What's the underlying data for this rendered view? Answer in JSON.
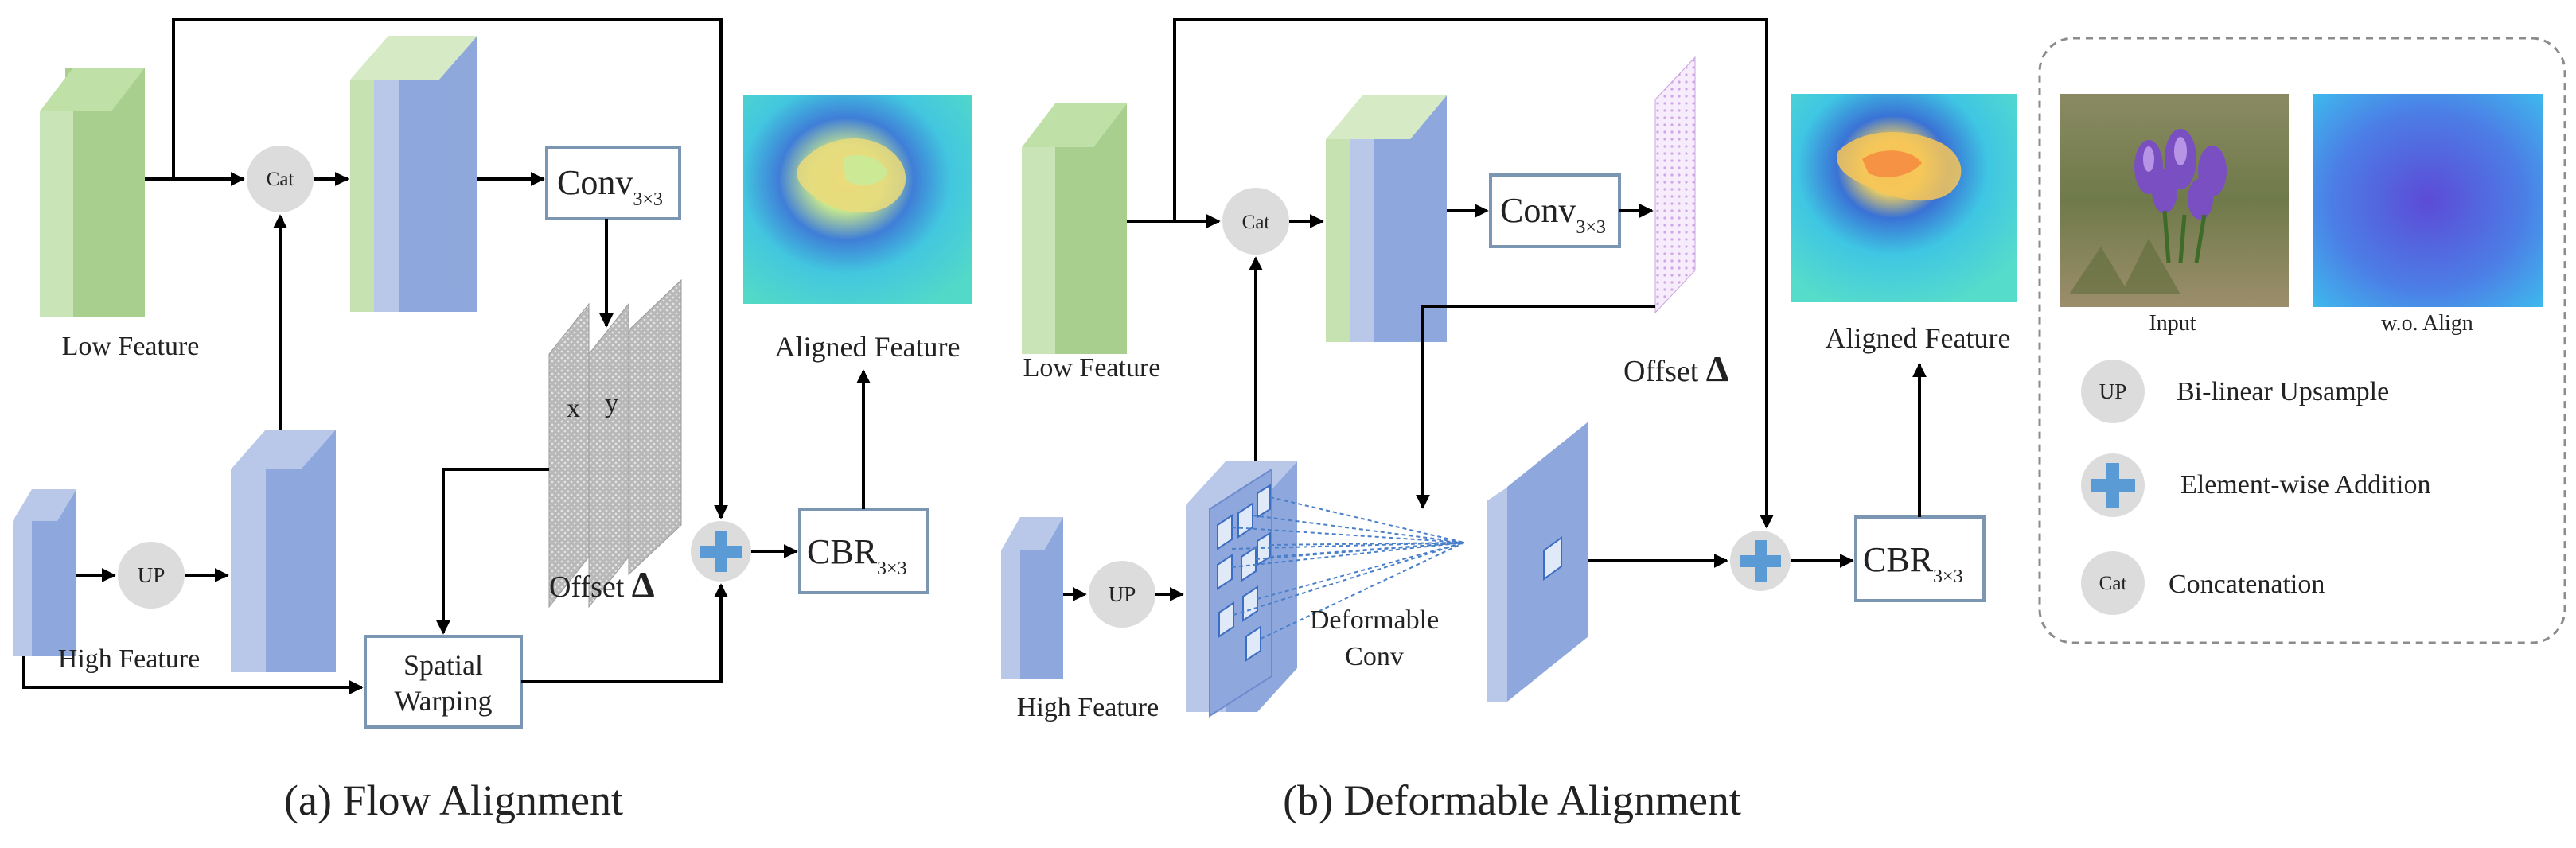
{
  "panel_a": {
    "caption": "(a) Flow Alignment",
    "low_feature": "Low Feature",
    "high_feature": "High Feature",
    "cat": "Cat",
    "up": "UP",
    "conv": "Conv",
    "conv_sub": "3×3",
    "flow_x": "x",
    "flow_y": "y",
    "offset": "Offset",
    "delta": "Δ",
    "spatial_warping_1": "Spatial",
    "spatial_warping_2": "Warping",
    "cbr": "CBR",
    "cbr_sub": "3×3",
    "aligned_feature": "Aligned Feature"
  },
  "panel_b": {
    "caption": "(b) Deformable Alignment",
    "low_feature": "Low Feature",
    "high_feature": "High Feature",
    "cat": "Cat",
    "up": "UP",
    "conv": "Conv",
    "conv_sub": "3×3",
    "offset": "Offset",
    "delta": "Δ",
    "deformable_1": "Deformable",
    "deformable_2": "Conv",
    "cbr": "CBR",
    "cbr_sub": "3×3",
    "aligned_feature": "Aligned Feature"
  },
  "legend": {
    "input_label": "Input",
    "wo_align_label": "w.o. Align",
    "up_symbol": "UP",
    "up_text": "Bi-linear Upsample",
    "add_text": "Element-wise Addition",
    "cat_symbol": "Cat",
    "cat_text": "Concatenation"
  },
  "colors": {
    "green_feature": "#a9cf8f",
    "blue_feature": "#8ea7dc",
    "plus": "#5b9bd5",
    "circle": "#dcdcdc",
    "box_border": "#7b96b3"
  }
}
